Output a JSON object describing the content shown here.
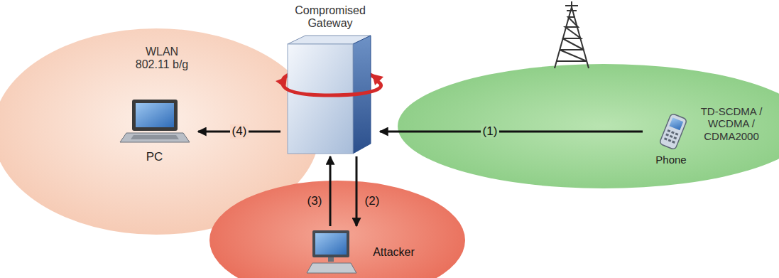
{
  "diagram": {
    "nodes": [
      {
        "text": [
          "Compromised Gateway"
        ]
      },
      {
        "text": [
          "WLAN 802.11 b/g"
        ]
      },
      {
        "text": [
          "PC"
        ],
        "in": 1
      },
      {
        "text": [
          "TD-SCDMA / WCDMA / CDMA2000"
        ]
      },
      {
        "text": [
          "Phone"
        ],
        "in": 3
      },
      {
        "text": [
          "Attacker"
        ]
      }
    ],
    "edges": [
      {
        "from": 4,
        "to": 0,
        "label": "(1)",
        "arrow": "to"
      },
      {
        "from": 0,
        "to": 5,
        "label": "(2)",
        "arrow": "to"
      },
      {
        "from": 5,
        "to": 0,
        "label": "(3)",
        "arrow": "to"
      },
      {
        "from": 0,
        "to": 2,
        "label": "(4)",
        "arrow": "to"
      }
    ]
  }
}
